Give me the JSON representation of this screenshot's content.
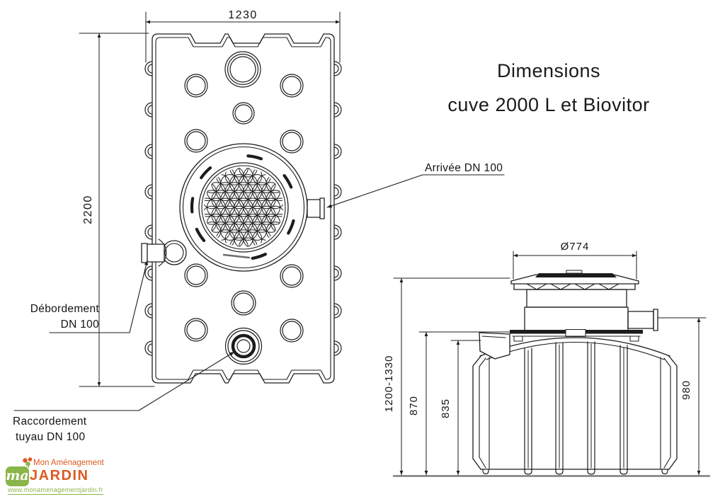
{
  "title": {
    "line1": "Dimensions",
    "line2": "cuve 2000 L et Biovitor"
  },
  "top_view": {
    "width_dim": "1230",
    "height_dim": "2200",
    "labels": {
      "arrivee": "Arrivée DN 100",
      "debordement_line1": "Débordement",
      "debordement_line2": "DN 100",
      "raccordement_line1": "Raccordement",
      "raccordement_line2": "tuyau DN 100"
    }
  },
  "side_view": {
    "lid_diameter_dim": "Ø774",
    "total_height_dim": "1200-1330",
    "height_to_lid_dim": "870",
    "height_to_spout_dim": "835",
    "body_height_dim": "980"
  },
  "logo": {
    "monogram": "ma",
    "brand_line1": "Mon Aménagement",
    "brand_line2": "JARDIN",
    "website": "www.monamenagementjardin.fr",
    "colors": {
      "orange": "#dd5a21",
      "green": "#8ab54a"
    }
  },
  "drawing": {
    "line_color": "#1c1c1c",
    "ground_color": "#6f6f6f"
  }
}
